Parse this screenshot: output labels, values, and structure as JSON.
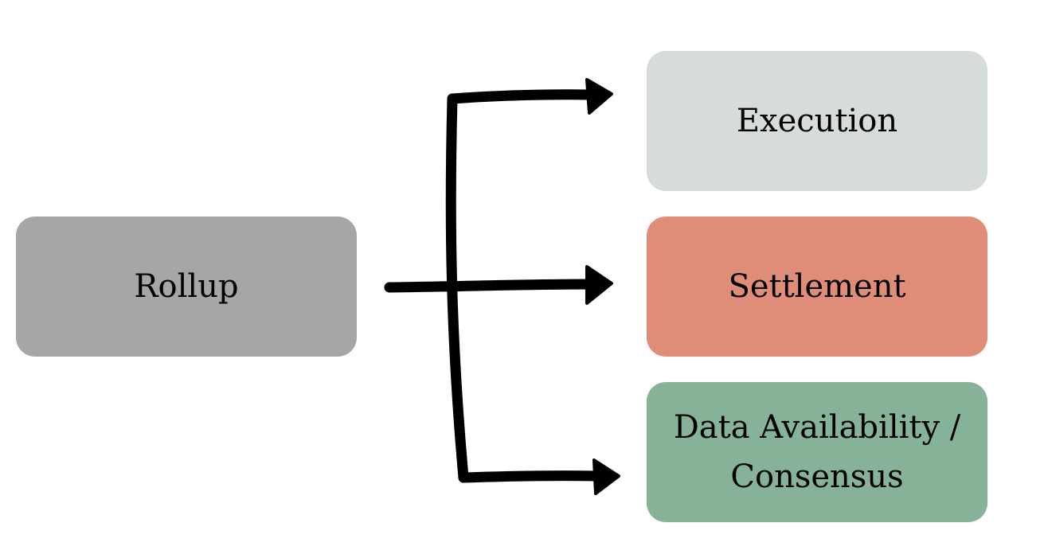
{
  "source": {
    "label": "Rollup",
    "color": "#a6a6a6"
  },
  "targets": [
    {
      "label": "Execution",
      "color": "#d6ddd9"
    },
    {
      "label": "Settlement",
      "color": "#df8d79"
    },
    {
      "label_lines": [
        "Data Availability /",
        "Consensus"
      ],
      "color": "#86b398"
    }
  ],
  "connector_color": "#000000"
}
